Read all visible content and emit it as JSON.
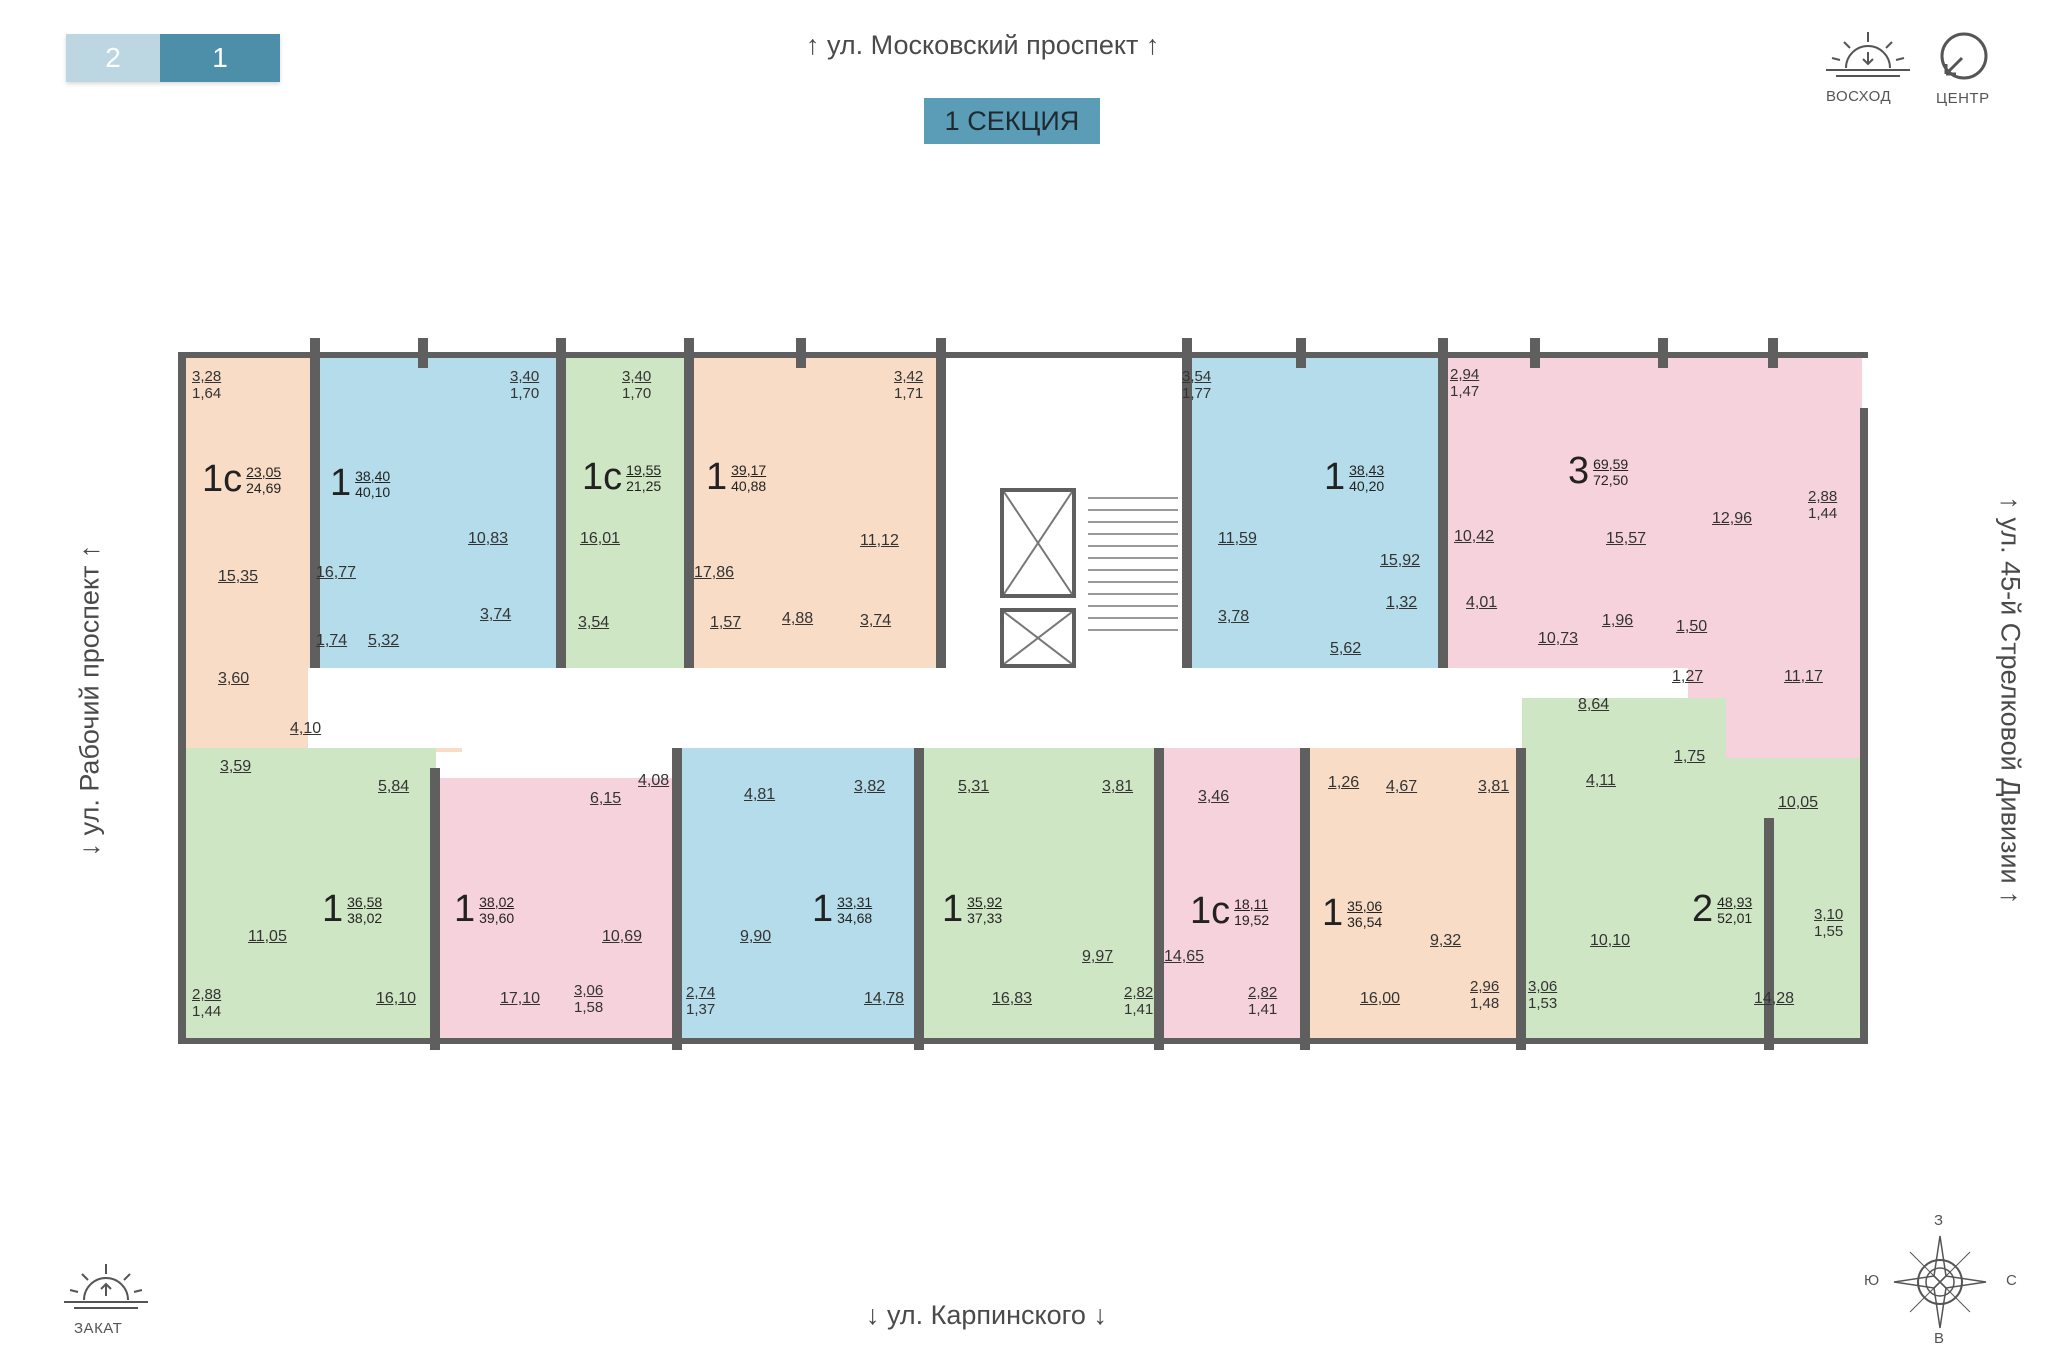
{
  "header": {
    "section_tabs": [
      {
        "label": "2"
      },
      {
        "label": "1"
      }
    ],
    "section_title": "1 СЕКЦИЯ"
  },
  "streets": {
    "top": "↑ ул. Московский проспект ↑",
    "bottom": "↓ ул. Карпинского ↓",
    "left": "↓ ул. Рабочий проспект ↑",
    "right": "↑ ул. 45-й Стрелковой Дивизии ↑"
  },
  "icons": {
    "sunrise": "ВОСХОД",
    "center": "ЦЕНТР",
    "sunset": "ЗАКАТ"
  },
  "compass": {
    "n": "З",
    "s": "В",
    "w": "Ю",
    "e": "С"
  },
  "colors": {
    "peach": "#f8dcc5",
    "blue": "#b4dcea",
    "green": "#cfe6c4",
    "pink": "#f6d3dc",
    "wall": "#5f5f5f",
    "accent": "#4d8fa8"
  },
  "apartments": [
    {
      "id": "a1",
      "rooms": "1с",
      "areas": [
        "23,05",
        "24,69"
      ]
    },
    {
      "id": "a2",
      "rooms": "1",
      "areas": [
        "38,40",
        "40,10"
      ]
    },
    {
      "id": "a3",
      "rooms": "1с",
      "areas": [
        "19,55",
        "21,25"
      ]
    },
    {
      "id": "a4",
      "rooms": "1",
      "areas": [
        "39,17",
        "40,88"
      ]
    },
    {
      "id": "a5",
      "rooms": "1",
      "areas": [
        "38,43",
        "40,20"
      ]
    },
    {
      "id": "a6",
      "rooms": "3",
      "areas": [
        "69,59",
        "72,50"
      ]
    },
    {
      "id": "a7",
      "rooms": "1",
      "areas": [
        "36,58",
        "38,02"
      ]
    },
    {
      "id": "a8",
      "rooms": "1",
      "areas": [
        "38,02",
        "39,60"
      ]
    },
    {
      "id": "a9",
      "rooms": "1",
      "areas": [
        "33,31",
        "34,68"
      ]
    },
    {
      "id": "a10",
      "rooms": "1",
      "areas": [
        "35,92",
        "37,33"
      ]
    },
    {
      "id": "a11",
      "rooms": "1с",
      "areas": [
        "18,11",
        "19,52"
      ]
    },
    {
      "id": "a12",
      "rooms": "1",
      "areas": [
        "35,06",
        "36,54"
      ]
    },
    {
      "id": "a13",
      "rooms": "2",
      "areas": [
        "48,93",
        "52,01"
      ]
    }
  ],
  "balconies": [
    [
      "3,28",
      "1,64"
    ],
    [
      "3,40",
      "1,70"
    ],
    [
      "3,40",
      "1,70"
    ],
    [
      "3,42",
      "1,71"
    ],
    [
      "3,54",
      "1,77"
    ],
    [
      "2,94",
      "1,47"
    ],
    [
      "2,88",
      "1,44"
    ],
    [
      "2,88",
      "1,44"
    ],
    [
      "3,06",
      "1,58"
    ],
    [
      "2,74",
      "1,37"
    ],
    [
      "2,82",
      "1,41"
    ],
    [
      "2,82",
      "1,41"
    ],
    [
      "2,96",
      "1,48"
    ],
    [
      "3,06",
      "1,53"
    ],
    [
      "3,10",
      "1,55"
    ]
  ],
  "rooms": [
    "15,35",
    "3,60",
    "4,10",
    "16,77",
    "1,74",
    "5,32",
    "10,83",
    "3,74",
    "16,01",
    "3,54",
    "17,86",
    "1,57",
    "4,88",
    "11,12",
    "3,74",
    "11,59",
    "3,78",
    "15,92",
    "1,32",
    "5,62",
    "10,42",
    "4,01",
    "10,73",
    "15,57",
    "12,96",
    "1,96",
    "1,50",
    "1,27",
    "11,17",
    "8,64",
    "1,75",
    "10,05",
    "3,59",
    "5,84",
    "11,05",
    "16,10",
    "6,15",
    "4,08",
    "4,81",
    "17,10",
    "10,69",
    "9,90",
    "3,82",
    "14,78",
    "5,31",
    "3,81",
    "16,83",
    "9,97",
    "3,46",
    "14,65",
    "1,26",
    "4,67",
    "3,81",
    "4,11",
    "16,00",
    "9,32",
    "10,10",
    "14,28"
  ]
}
